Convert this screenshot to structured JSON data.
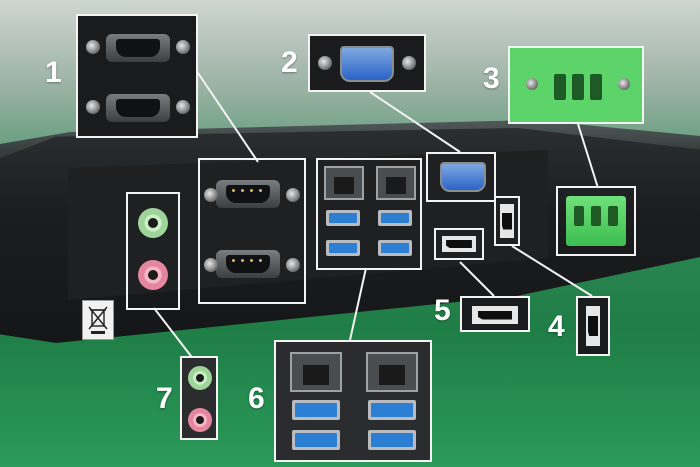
{
  "callouts": [
    {
      "label": "1"
    },
    {
      "label": "2"
    },
    {
      "label": "3"
    },
    {
      "label": "4"
    },
    {
      "label": "5"
    },
    {
      "label": "6"
    },
    {
      "label": "7"
    }
  ],
  "colors": {
    "green_desk": "#1f7d46",
    "device_body": "#1b1d1f",
    "frame": "#f3f3f3",
    "vga_blue": "#2a63c7",
    "usb3_blue": "#2d7fd3",
    "terminal_green": "#3ebe50",
    "audio_green": "#9fd39a",
    "audio_pink": "#e486a0"
  },
  "icons": [
    "weee-bin-icon"
  ]
}
